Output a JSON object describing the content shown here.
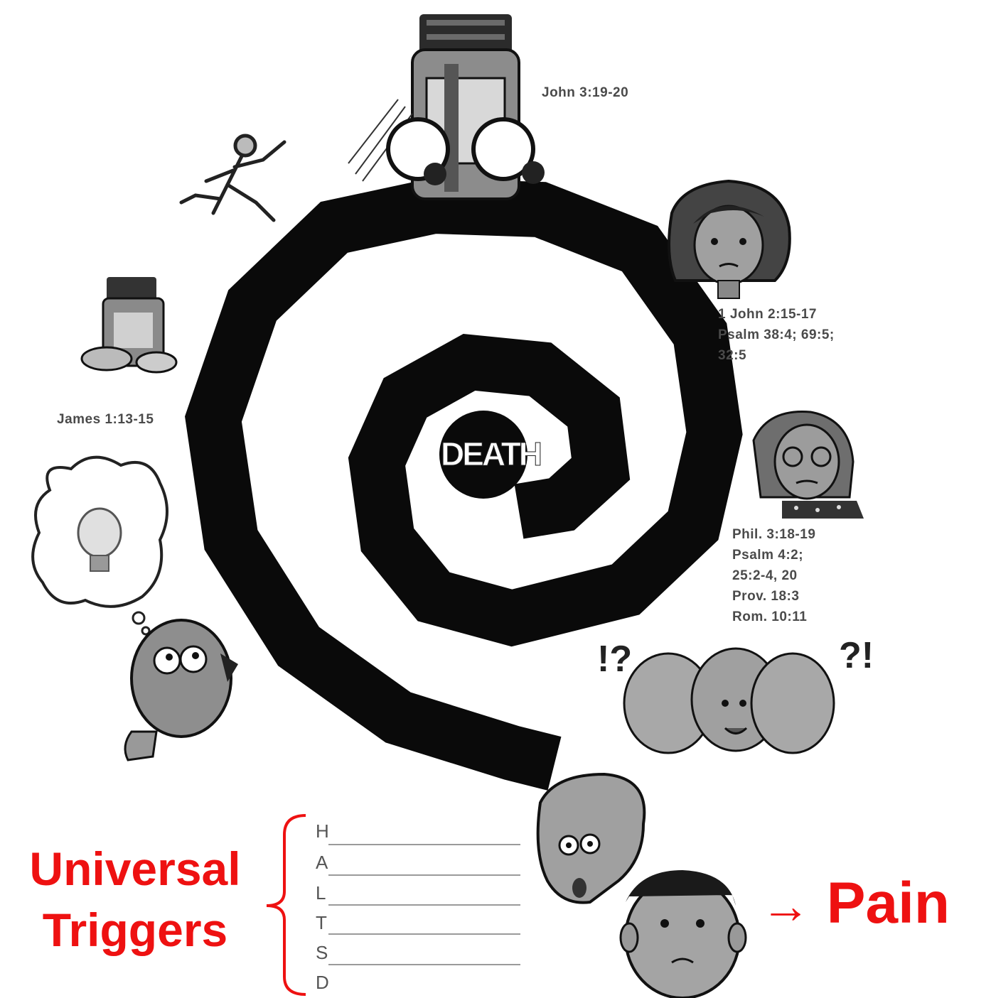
{
  "center_label": "DEATH",
  "references": {
    "john": "John 3:19-20",
    "first_john": [
      "1 John 2:15-17",
      "Psalm 38:4; 69:5;",
      "32:5"
    ],
    "phil": [
      "Phil. 3:18-19",
      "Psalm 4:2;",
      "25:2-4, 20",
      "Prov. 18:3",
      "Rom. 10:11"
    ],
    "james": "James 1:13-15"
  },
  "triggers": {
    "title_line1": "Universal",
    "title_line2": "Triggers",
    "letters": [
      "H",
      "A",
      "L",
      "T",
      "S",
      "D"
    ]
  },
  "result": {
    "arrow": "→",
    "label": "Pain"
  },
  "colors": {
    "accent_red": "#ee1111",
    "spiral": "#0a0a0a",
    "clipart_gray": "#9a9a9a"
  },
  "icons": [
    "pill-bottle-icon",
    "wedding-rings-icon",
    "running-woman-icon",
    "crying-woman-icon",
    "worried-older-woman-icon",
    "confused-faces-icon",
    "small-pill-bottle-icon",
    "lightbulb-thought-icon",
    "thinking-man-icon",
    "shocked-man-icon",
    "sad-boy-icon"
  ]
}
